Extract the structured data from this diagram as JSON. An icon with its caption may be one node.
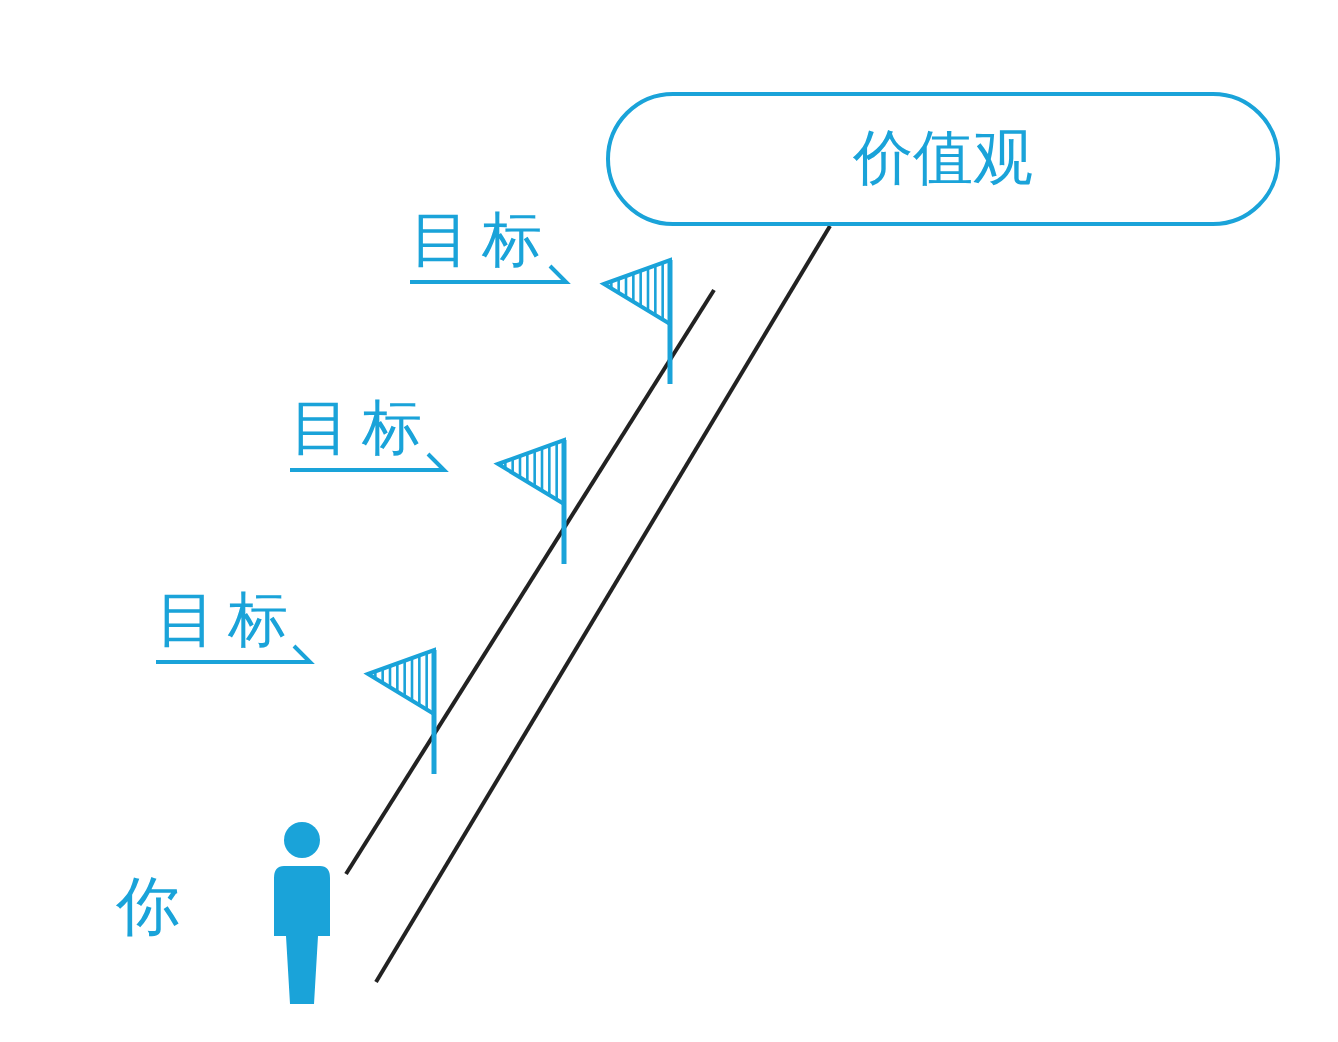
{
  "diagram": {
    "nodes": [
      {
        "text": [
          "价值观"
        ]
      }
    ],
    "labels": [
      "目标",
      "目标",
      "目标",
      "你"
    ]
  }
}
